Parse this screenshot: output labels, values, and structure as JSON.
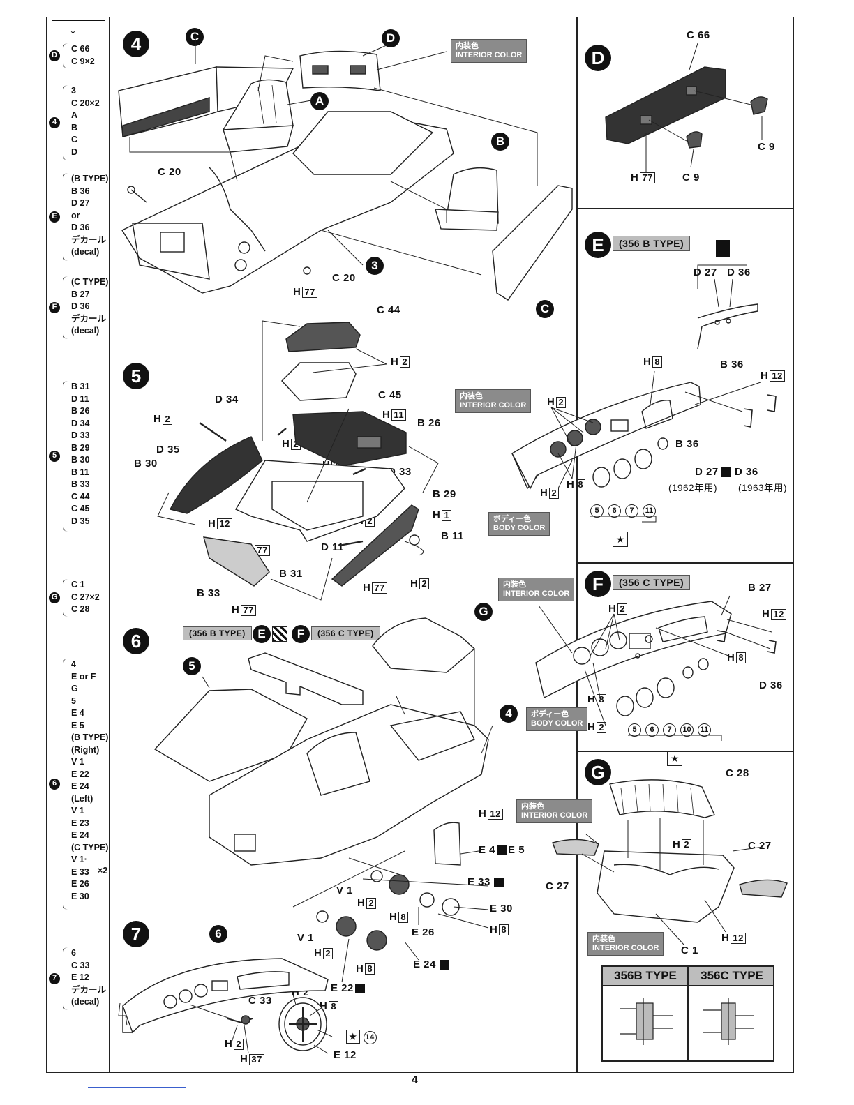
{
  "page_number": "4",
  "sidebar": {
    "arrow": "↓",
    "groups": [
      {
        "step": "D",
        "items": [
          "C 66",
          "C 9×2"
        ]
      },
      {
        "step": "4",
        "items": [
          "3",
          "C 20×2",
          "A",
          "B",
          "C",
          "D"
        ]
      },
      {
        "step": "E",
        "items": [
          "(B TYPE)",
          "B 36",
          "D 27",
          "or",
          "D 36",
          "デカール",
          "(decal)"
        ]
      },
      {
        "step": "F",
        "items": [
          "(C TYPE)",
          "B 27",
          "D 36",
          "デカール",
          "(decal)"
        ]
      },
      {
        "step": "5",
        "items": [
          "B 31",
          "D 11",
          "B 26",
          "D 34",
          "D 33",
          "B 29",
          "B 30",
          "B 11",
          "B 33",
          "C 44",
          "C 45",
          "D 35"
        ]
      },
      {
        "step": "G",
        "items": [
          "C 1",
          "C 27×2",
          "C 28"
        ]
      },
      {
        "step": "6",
        "items": [
          "4",
          "E or F",
          "G",
          "5",
          "E 4",
          "E 5",
          "(B TYPE)",
          "(Right)",
          "V 1",
          "E 22",
          "E 24",
          "(Left)",
          "V 1",
          "E 23",
          "E 24",
          "(C TYPE)",
          "V 1·",
          "E 33",
          "E 26",
          "E 30"
        ],
        "multiplier": "×2"
      },
      {
        "step": "7",
        "items": [
          "6",
          "C 33",
          "E 12",
          "デカール",
          "(decal)"
        ]
      }
    ]
  },
  "colors": {
    "ink": "#111111",
    "tag_bg": "#8b8b8b",
    "typebar_bg": "#bdbdbd"
  },
  "tags": {
    "interior_jp": "内装色",
    "interior_en": "INTERIOR COLOR",
    "body_jp": "ボディー色",
    "body_en": "BODY COLOR"
  },
  "step4": {
    "number": "4",
    "callouts": [
      "C",
      "D",
      "A",
      "B",
      "3",
      "C"
    ],
    "labels": {
      "c20_a": "C 20",
      "c20_b": "C 20",
      "h77": "H",
      "h77_box": "77"
    }
  },
  "stepD": {
    "number": "D",
    "labels": {
      "c66": "C 66",
      "c9_a": "C 9",
      "c9_b": "C 9",
      "h77": "H",
      "h77_box": "77"
    }
  },
  "step5": {
    "number": "5",
    "labels": {
      "c44": "C 44",
      "c45": "C 45",
      "d34": "D 34",
      "d35": "D 35",
      "b30": "B 30",
      "b26": "B 26",
      "d33": "D 33",
      "b29": "B 29",
      "b11": "B 11",
      "d11": "D 11",
      "b31": "B 31",
      "b33": "B 33"
    },
    "boxes": {
      "h2": "2",
      "h11": "11",
      "h12": "12",
      "h77": "77",
      "h1": "1"
    }
  },
  "stepE": {
    "number": "E",
    "type": "(356 B TYPE)",
    "labels": {
      "d27": "D 27",
      "d36": "D 36",
      "b36_top": "B 36",
      "b36": "B 36",
      "d27b": "D 27",
      "d36b": "D 36",
      "year1962": "(1962年用)",
      "year1963": "(1963年用)"
    },
    "gauges": [
      "5",
      "6",
      "7",
      "11"
    ]
  },
  "stepF": {
    "number": "F",
    "type": "(356 C TYPE)",
    "labels": {
      "b27": "B 27",
      "d36": "D 36"
    },
    "gauges": [
      "5",
      "6",
      "7",
      "10",
      "11"
    ]
  },
  "step6": {
    "number": "6",
    "btype": "(356 B TYPE)",
    "ctype": "(356 C TYPE)",
    "callouts": [
      "5",
      "G",
      "4"
    ],
    "labels": {
      "e4": "E 4",
      "e5": "E 5",
      "e33": "E 33",
      "v1a": "V 1",
      "e30": "E 30",
      "e26": "E 26",
      "v1b": "V 1",
      "e24": "E 24",
      "e22": "E 22"
    }
  },
  "stepG": {
    "number": "G",
    "labels": {
      "c28": "C 28",
      "c27a": "C 27",
      "c27b": "C 27",
      "c1": "C 1"
    }
  },
  "step7": {
    "number": "7",
    "callout": "6",
    "labels": {
      "c33": "C 33",
      "e12": "E 12",
      "num14": "14"
    }
  },
  "type_table": {
    "left": "356B  TYPE",
    "right": "356C  TYPE"
  }
}
